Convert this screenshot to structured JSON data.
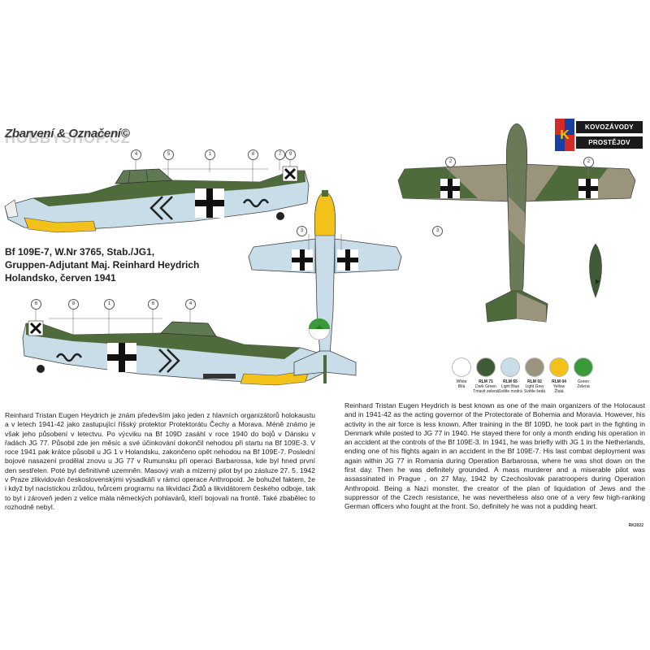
{
  "heading": "Zbarvení & Označení",
  "watermark": "HOBBYSHOP.CZ",
  "copyright_symbol": "©",
  "brand": {
    "line1": "KOVOZÁVODY",
    "line2": "PROSTĚJOV"
  },
  "caption": {
    "line1": "Bf 109E-7, W.Nr 3765, Stab./JG1,",
    "line2": "Gruppen-Adjutant Maj. Reinhard Heydrich",
    "line3": "Holandsko, červen 1941"
  },
  "callouts_top": [
    "4",
    "5",
    "1",
    "8",
    "7",
    "9"
  ],
  "callouts_bottom": [
    "6",
    "8",
    "1",
    "6",
    "4"
  ],
  "callouts_plan": [
    "2",
    "2",
    "3",
    "3"
  ],
  "colors": [
    {
      "hex": "#ffffff",
      "name1": "White",
      "name2": "Bílá"
    },
    {
      "hex": "#3f5a36",
      "name1": "RLM 71",
      "name2": "Dark Green"
    },
    {
      "hex": "#c9dde8",
      "name1": "RLM 65",
      "name2": "Light Blue"
    },
    {
      "hex": "#9a947c",
      "name1": "RLM 02",
      "name2": "Light Grey"
    },
    {
      "hex": "#f3c21a",
      "name1": "RLM 04",
      "name2": "Yellow"
    },
    {
      "hex": "#3a9a3a",
      "name1": "Green",
      "name2": "Zelená"
    }
  ],
  "color_sublabels": [
    "",
    "Tmavě zelená",
    "Světle modrá",
    "Světle šedá",
    "Žlutá",
    ""
  ],
  "text_cz": "Reinhard Tristan Eugen Heydrich je znám především jako jeden z hlavních organizátorů holokaustu a v letech 1941-42 jako zastupující říšský protektor Protektorátu Čechy a Morava. Méně známo je však jeho působení v letectvu. Po výcviku na Bf 109D zasáhl v roce 1940 do bojů v Dánsku v řadách JG 77. Působil zde jen měsíc a své účinkování dokončil nehodou při startu na Bf 109E-3. V roce 1941 pak krátce působil u JG 1 v Holandsku, zakončeno opět nehodou na Bf 109E-7. Poslední bojové nasazení prodělal znovu u JG 77 v Rumunsku při operaci Barbarossa, kde byl hned první den sestřelen. Poté byl definitivně uzemněn. Masový vrah a mizerný pilot byl po zásluze 27. 5. 1942 v Praze zlikvidován československými výsadkáři v rámci operace Anthropoid. Je bohužel faktem, že i když byl nacistickou zrůdou, tvůrcem programu na likvidaci Židů a likvidátorem českého odboje, tak to byl i zároveň jeden z velice mála německých pohlavárů, kteří bojovali na frontě. Také zbabělec to rozhodně nebyl.",
  "text_en": "Reinhard Tristan Eugen Heydrich is best known as one of the main organizers of the Holocaust and in 1941-42 as the acting governor of the Protectorate of Bohemia and Moravia. However, his activity in the air force is less known. After training in the Bf 109D, he took part in the fighting in Denmark while posted to JG 77 in 1940. He stayed there for only a month ending his operation in an accident at the controls of the Bf 109E-3. In 1941, he was briefly with JG 1 in the Netherlands, ending one of his flights again in an accident in the Bf 109E-7. His last combat deployment was again within JG 77 in Romania during Operation Barbarossa, where he was shot down on the first day. Then he was definitely grounded. A mass murderer and a miserable pilot was assassinated in Prague , on 27 May, 1942 by Czechoslovak paratroopers during Operation Anthropoid. Being a Nazi monster, the creator of the plan of liquidation of Jews and the suppressor of the Czech resistance, he was nevertheless also one of a very few high-ranking German officers who fought at the front. So, definitely he was not a pudding heart.",
  "code": "RK2022"
}
